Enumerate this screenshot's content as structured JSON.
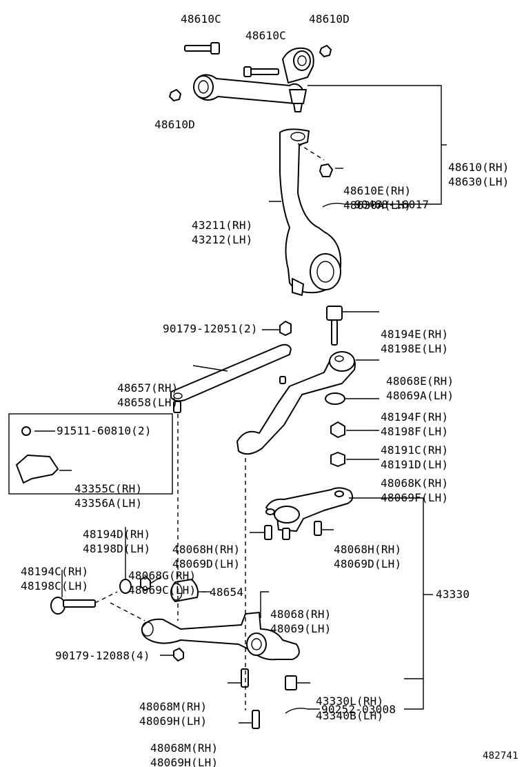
{
  "labels": {
    "p48610c_a": "48610C",
    "p48610d_a": "48610D",
    "p48610c_b": "48610C",
    "p48610d_b": "48610D",
    "p48610_rh": "48610(RH)",
    "p48630_lh": "48630(LH)",
    "p48610e_rh": "48610E(RH)",
    "p48630a_lh": "48630A(LH)",
    "p43211_rh": "43211(RH)",
    "p43212_lh": "43212(LH)",
    "p90468": "90468-16017",
    "p48194e_rh": "48194E(RH)",
    "p48198e_lh": "48198E(LH)",
    "p90179_12051": "90179-12051(2)",
    "p48657_rh": "48657(RH)",
    "p48658_lh": "48658(LH)",
    "p48068e_rh": "48068E(RH)",
    "p48069a_lh": "48069A(LH)",
    "p48194f_rh": "48194F(RH)",
    "p48198f_lh": "48198F(LH)",
    "p91511": "91511-60810(2)",
    "p48191c_rh": "48191C(RH)",
    "p48191d_lh": "48191D(LH)",
    "p43355c_rh": "43355C(RH)",
    "p43356a_lh": "43356A(LH)",
    "p48068k_rh": "48068K(RH)",
    "p48069f_lh": "48069F(LH)",
    "p48194d_rh": "48194D(RH)",
    "p48198d_lh": "48198D(LH)",
    "p48068h_rh_a": "48068H(RH)",
    "p48069d_lh_a": "48069D(LH)",
    "p48068h_rh_b": "48068H(RH)",
    "p48069d_lh_b": "48069D(LH)",
    "p48194c_rh": "48194C(RH)",
    "p48198c_lh": "48198C(LH)",
    "p48068g_rh": "48068G(RH)",
    "p48069c_lh": "48069C(LH)",
    "p48654": "48654",
    "p48068_rh": "48068(RH)",
    "p48069_lh": "48069(LH)",
    "p43330": "43330",
    "p90179_12088": "90179-12088(4)",
    "p48068m_rh_a": "48068M(RH)",
    "p48069h_lh_a": "48069H(LH)",
    "p43330l_rh": "43330L(RH)",
    "p43340b_lh": "43340B(LH)",
    "p90252": "90252-03008",
    "p48068m_rh_b": "48068M(RH)",
    "p48069h_lh_b": "48069H(LH)",
    "diagram_number": "482741"
  }
}
